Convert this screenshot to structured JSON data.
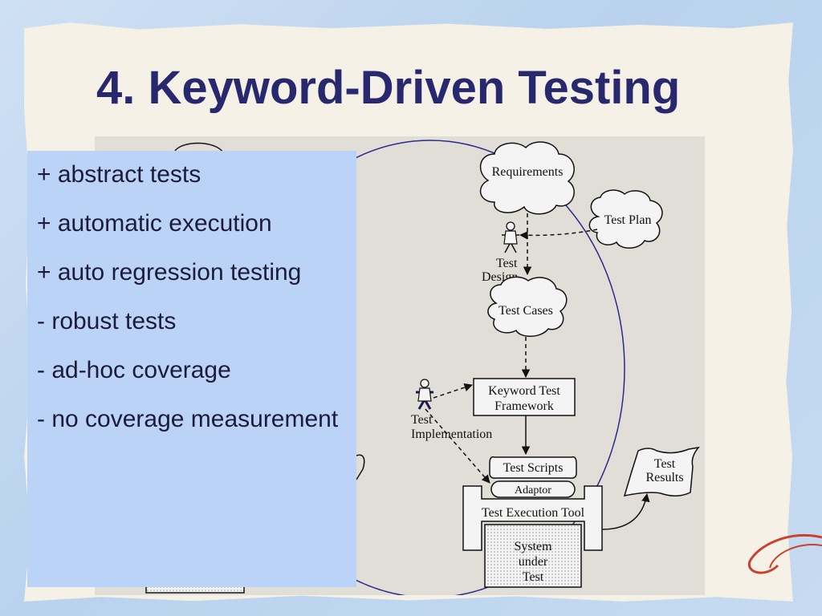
{
  "slide": {
    "title": "4. Keyword-Driven Testing",
    "bullets": [
      "+ abstract tests",
      "+ automatic execution",
      "+ auto regression testing",
      "- robust tests",
      "- ad-hoc coverage",
      "- no coverage measurement"
    ]
  },
  "diagram": {
    "requirements": "Requirements",
    "test_plan": "Test Plan",
    "test_design_line1": "Test",
    "test_design_line2": "Design",
    "test_cases": "Test Cases",
    "keyword_framework_line1": "Keyword Test",
    "keyword_framework_line2": "Framework",
    "test_impl_line1": "Test",
    "test_impl_line2": "Implementation",
    "test_scripts": "Test Scripts",
    "adaptor": "Adaptor",
    "execution_tool": "Test Execution Tool",
    "sut_line1": "System",
    "sut_line2": "under",
    "sut_line3": "Test",
    "results_line1": "Test",
    "results_line2": "Results"
  },
  "colors": {
    "title": "#27286e",
    "bullet_panel": "#bcd3f8",
    "diagram_bg": "#e1ded7",
    "ellipse": "#2a2a8a"
  }
}
